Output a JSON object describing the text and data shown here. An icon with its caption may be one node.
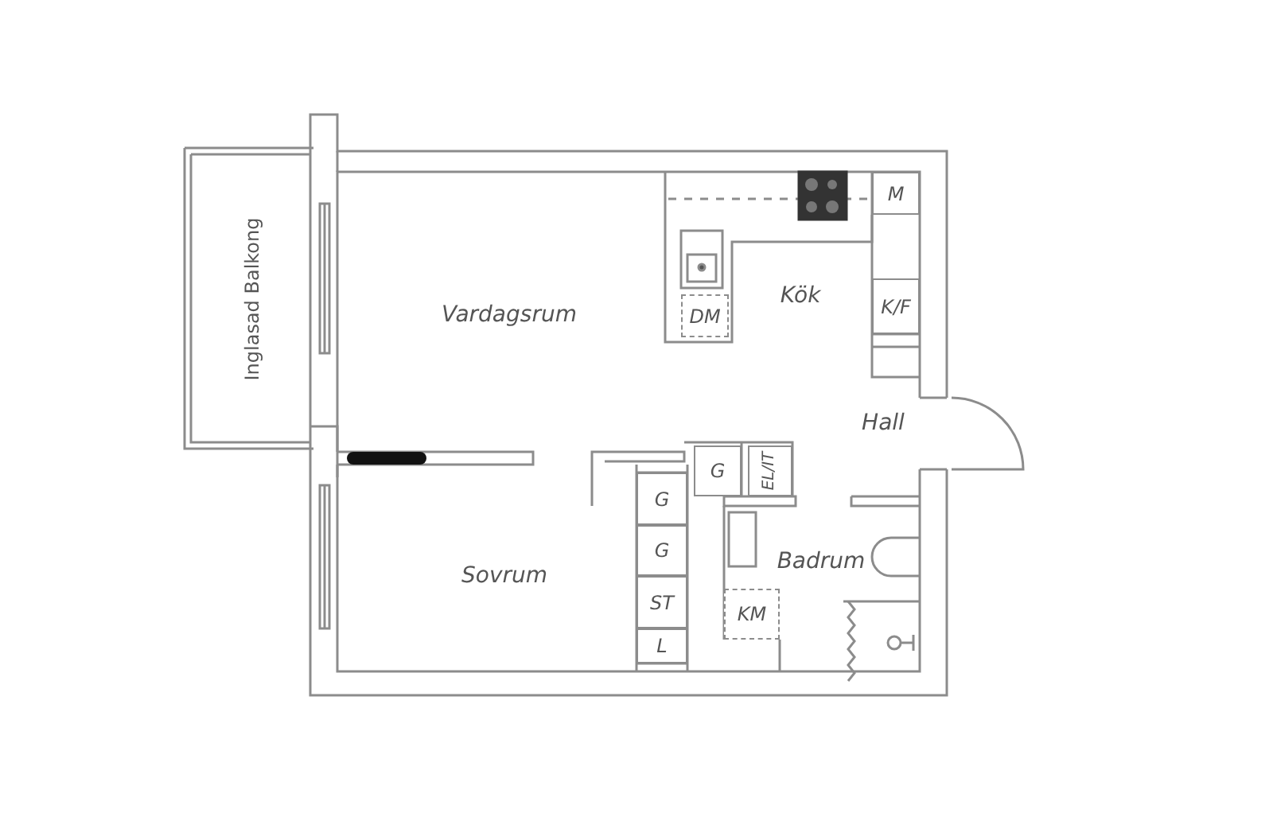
{
  "diagram": {
    "nodes": [
      {
        "text": [
          "Inglasad Balkong"
        ]
      },
      {
        "text": [
          "M"
        ]
      },
      {
        "text": [
          "K/F"
        ]
      },
      {
        "text": [
          "DM"
        ]
      },
      {
        "text": [
          "G"
        ]
      },
      {
        "text": [
          "EL/IT"
        ]
      },
      {
        "text": [
          "G"
        ]
      },
      {
        "text": [
          "G"
        ]
      },
      {
        "text": [
          "ST"
        ]
      },
      {
        "text": [
          "KM"
        ]
      },
      {
        "text": [
          "L"
        ]
      }
    ],
    "labels": [
      "Vardagsrum",
      "Kök",
      "Hall",
      "Sovrum",
      "Badrum"
    ]
  }
}
